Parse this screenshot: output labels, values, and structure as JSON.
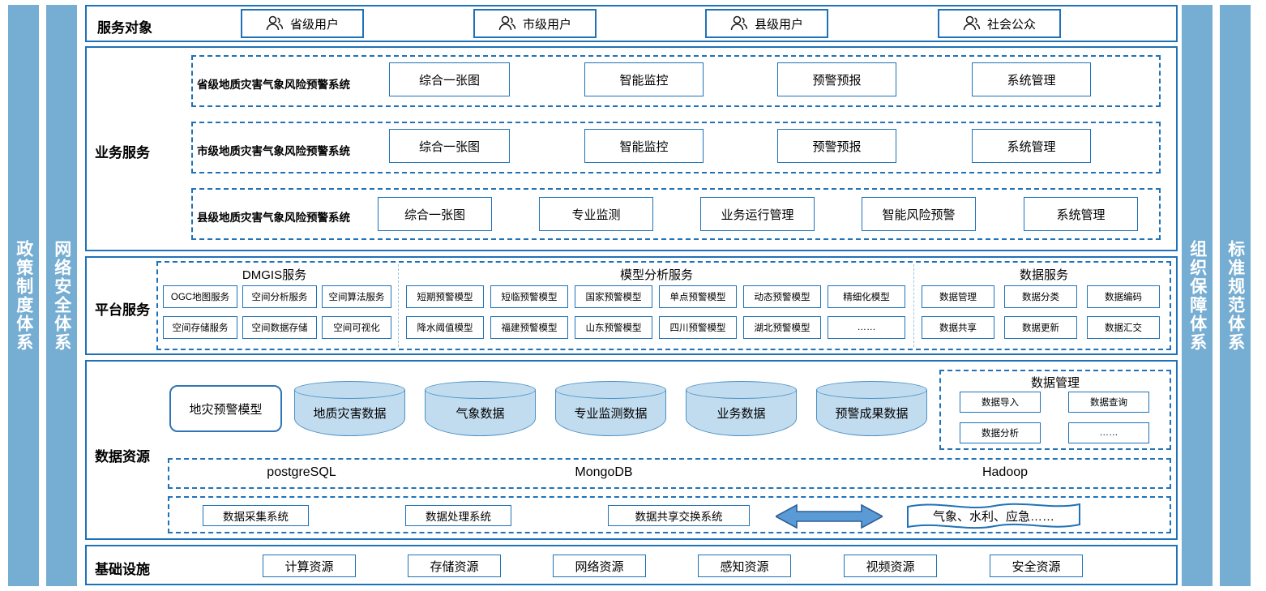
{
  "colors": {
    "pillar": "#76ADD2",
    "border": "#1f72b8",
    "cylinder_fill": "#C2DCEF",
    "cylinder_border": "#4A90C4",
    "arrow_fill": "#5B9BD5",
    "arrow_border": "#2E5E96"
  },
  "pillars": {
    "left": [
      {
        "label": "政策制度体系"
      },
      {
        "label": "网络安全体系"
      }
    ],
    "right": [
      {
        "label": "组织保障体系"
      },
      {
        "label": "标准规范体系"
      }
    ]
  },
  "service_objects": {
    "label": "服务对象",
    "users": [
      {
        "label": "省级用户",
        "icon": "user-icon"
      },
      {
        "label": "市级用户",
        "icon": "user-icon"
      },
      {
        "label": "县级用户",
        "icon": "user-icon"
      },
      {
        "label": "社会公众",
        "icon": "user-icon"
      }
    ]
  },
  "business_service": {
    "label": "业务服务",
    "rows": [
      {
        "name": "省级地质灾害气象风险预警系统",
        "items": [
          "综合一张图",
          "智能监控",
          "预警预报",
          "系统管理"
        ]
      },
      {
        "name": "市级地质灾害气象风险预警系统",
        "items": [
          "综合一张图",
          "智能监控",
          "预警预报",
          "系统管理"
        ]
      },
      {
        "name": "县级地质灾害气象风险预警系统",
        "items": [
          "综合一张图",
          "专业监测",
          "业务运行管理",
          "智能风险预警",
          "系统管理"
        ]
      }
    ]
  },
  "platform_service": {
    "label": "平台服务",
    "groups": [
      {
        "title": "DMGIS服务",
        "row1": [
          "OGC地图服务",
          "空间分析服务",
          "空间算法服务"
        ],
        "row2": [
          "空间存储服务",
          "空间数据存储",
          "空间可视化"
        ]
      },
      {
        "title": "模型分析服务",
        "row1": [
          "短期预警模型",
          "短临预警模型",
          "国家预警模型",
          "单点预警模型",
          "动态预警模型",
          "精细化模型"
        ],
        "row2": [
          "降水阈值模型",
          "福建预警模型",
          "山东预警模型",
          "四川预警模型",
          "湖北预警模型",
          "……"
        ]
      },
      {
        "title": "数据服务",
        "row1": [
          "数据管理",
          "数据分类",
          "数据编码"
        ],
        "row2": [
          "数据共享",
          "数据更新",
          "数据汇交"
        ]
      }
    ]
  },
  "data_resource": {
    "label": "数据资源",
    "model_box": "地灾预警模型",
    "cylinders": [
      {
        "label": "地质灾害数据"
      },
      {
        "label": "气象数据"
      },
      {
        "label": "专业监测数据"
      },
      {
        "label": "业务数据"
      },
      {
        "label": "预警成果数据"
      }
    ],
    "data_management": {
      "title": "数据管理",
      "items": [
        "数据导入",
        "数据查询",
        "数据分析",
        "……"
      ]
    },
    "databases": [
      "postgreSQL",
      "MongoDB",
      "Hadoop"
    ],
    "pipeline": {
      "systems": [
        "数据采集系统",
        "数据处理系统",
        "数据共享交换系统"
      ],
      "arrow": "double-arrow-icon",
      "external": "气象、水利、应急……"
    }
  },
  "infrastructure": {
    "label": "基础设施",
    "items": [
      "计算资源",
      "存储资源",
      "网络资源",
      "感知资源",
      "视频资源",
      "安全资源"
    ]
  }
}
